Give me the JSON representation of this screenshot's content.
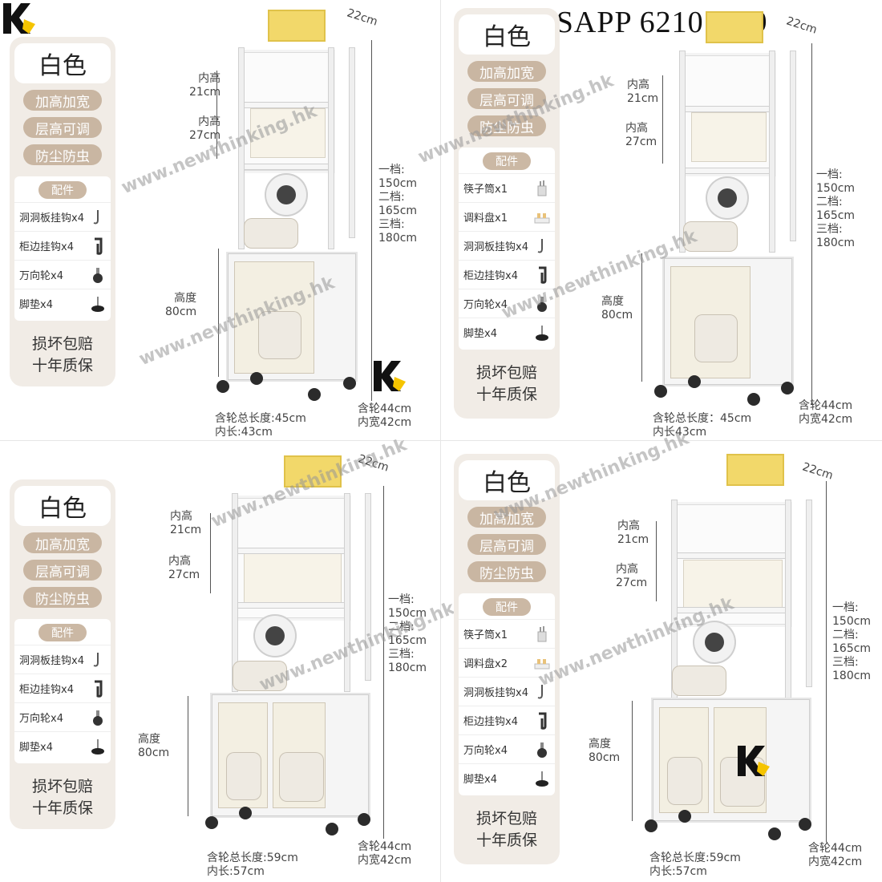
{
  "contact": {
    "whatsapp": "WHATSAPP 62107759"
  },
  "watermark_text": "www.newthinking.hk",
  "panels": [
    {
      "color": "白色",
      "features": [
        "加高加宽",
        "层高可调",
        "防尘防虫"
      ],
      "accessories_title": "配件",
      "accessories": [
        {
          "label": "洞洞板挂钩x4",
          "icon": "hook-icon"
        },
        {
          "label": "柜边挂钩x4",
          "icon": "side-hook-icon"
        },
        {
          "label": "万向轮x4",
          "icon": "caster-wheel-icon"
        },
        {
          "label": "脚垫x4",
          "icon": "foot-pad-icon"
        }
      ],
      "guarantee": [
        "损坏包赔",
        "十年质保"
      ],
      "dims": {
        "depth": "22cm",
        "inner1": [
          "内高",
          "21cm"
        ],
        "inner2": [
          "内高",
          "27cm"
        ],
        "height_levels": [
          "一档:",
          "150cm",
          "二档:",
          "165cm",
          "三档:",
          "180cm"
        ],
        "cabinet_height": [
          "高度",
          "80cm"
        ],
        "length_total": "含轮总长度:45cm",
        "length_inner": "内长:43cm",
        "width_total": "含轮44cm",
        "width_inner": "内宽42cm"
      }
    },
    {
      "color": "白色",
      "features": [
        "加高加宽",
        "层高可调",
        "防尘防虫"
      ],
      "accessories_title": "配件",
      "accessories": [
        {
          "label": "筷子筒x1",
          "icon": "chopstick-holder-icon"
        },
        {
          "label": "调料盘x1",
          "icon": "spice-tray-icon"
        },
        {
          "label": "洞洞板挂钩x4",
          "icon": "hook-icon"
        },
        {
          "label": "柜边挂钩x4",
          "icon": "side-hook-icon"
        },
        {
          "label": "万向轮x4",
          "icon": "caster-wheel-icon"
        },
        {
          "label": "脚垫x4",
          "icon": "foot-pad-icon"
        }
      ],
      "guarantee": [
        "损坏包赔",
        "十年质保"
      ],
      "dims": {
        "depth": "22cm",
        "inner1": [
          "内高",
          "21cm"
        ],
        "inner2": [
          "内高",
          "27cm"
        ],
        "height_levels": [
          "一档:",
          "150cm",
          "二档:",
          "165cm",
          "三档:",
          "180cm"
        ],
        "cabinet_height": [
          "高度",
          "80cm"
        ],
        "length_total": "含轮总长度：45cm",
        "length_inner": "内长43cm",
        "width_total": "含轮44cm",
        "width_inner": "内宽42cm"
      }
    },
    {
      "color": "白色",
      "features": [
        "加高加宽",
        "层高可调",
        "防尘防虫"
      ],
      "accessories_title": "配件",
      "accessories": [
        {
          "label": "洞洞板挂钩x4",
          "icon": "hook-icon"
        },
        {
          "label": "柜边挂钩x4",
          "icon": "side-hook-icon"
        },
        {
          "label": "万向轮x4",
          "icon": "caster-wheel-icon"
        },
        {
          "label": "脚垫x4",
          "icon": "foot-pad-icon"
        }
      ],
      "guarantee": [
        "损坏包赔",
        "十年质保"
      ],
      "dims": {
        "depth": "22cm",
        "inner1": [
          "内高",
          "21cm"
        ],
        "inner2": [
          "内高",
          "27cm"
        ],
        "height_levels": [
          "一档:",
          "150cm",
          "二档:",
          "165cm",
          "三档:",
          "180cm"
        ],
        "cabinet_height": [
          "高度",
          "80cm"
        ],
        "length_total": "含轮总长度:59cm",
        "length_inner": "内长:57cm",
        "width_total": "含轮44cm",
        "width_inner": "内宽42cm"
      }
    },
    {
      "color": "白色",
      "features": [
        "加高加宽",
        "层高可调",
        "防尘防虫"
      ],
      "accessories_title": "配件",
      "accessories": [
        {
          "label": "筷子筒x1",
          "icon": "chopstick-holder-icon"
        },
        {
          "label": "调料盘x2",
          "icon": "spice-tray-icon"
        },
        {
          "label": "洞洞板挂钩x4",
          "icon": "hook-icon"
        },
        {
          "label": "柜边挂钩x4",
          "icon": "side-hook-icon"
        },
        {
          "label": "万向轮x4",
          "icon": "caster-wheel-icon"
        },
        {
          "label": "脚垫x4",
          "icon": "foot-pad-icon"
        }
      ],
      "guarantee": [
        "损坏包赔",
        "十年质保"
      ],
      "dims": {
        "depth": "22cm",
        "inner1": [
          "内高",
          "21cm"
        ],
        "inner2": [
          "内高",
          "27cm"
        ],
        "height_levels": [
          "一档:",
          "150cm",
          "二档:",
          "165cm",
          "三档:",
          "180cm"
        ],
        "cabinet_height": [
          "高度",
          "80cm"
        ],
        "length_total": "含轮总长度:59cm",
        "length_inner": "内长:57cm",
        "width_total": "含轮44cm",
        "width_inner": "内宽42cm"
      }
    }
  ]
}
